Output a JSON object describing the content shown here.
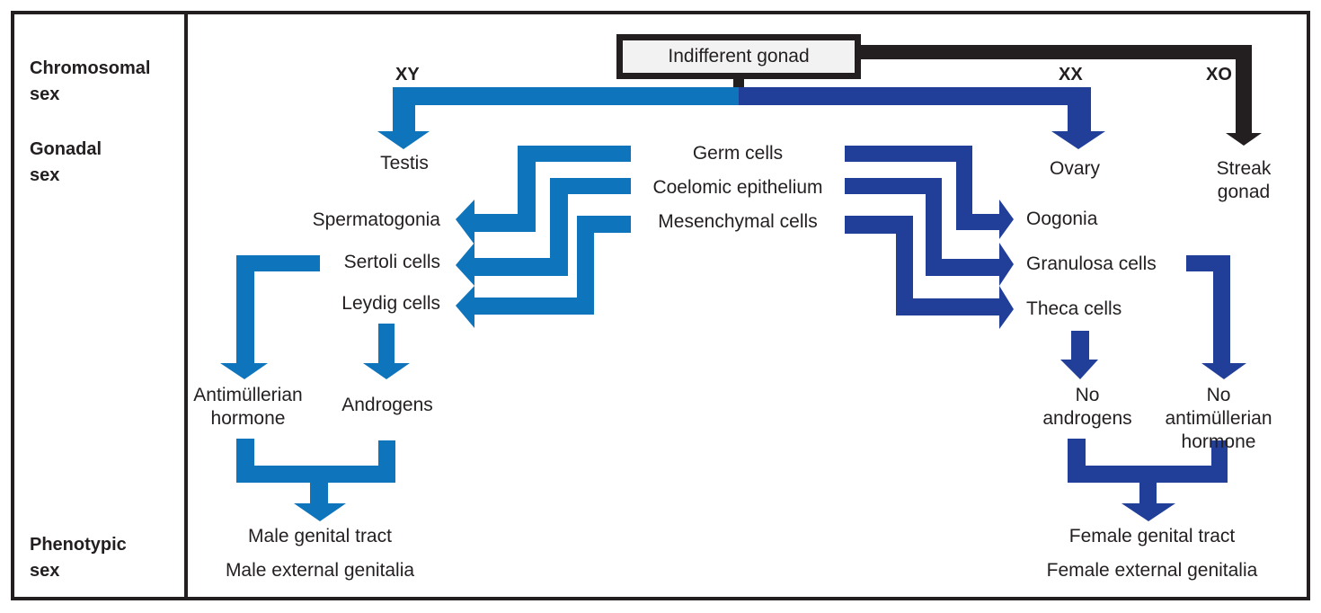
{
  "colors": {
    "male": "#0e74bc",
    "female": "#213f99",
    "xo": "#231f20",
    "text": "#231f20"
  },
  "side_labels": {
    "chromosomal": "Chromosomal\nsex",
    "gonadal": "Gonadal\nsex",
    "phenotypic": "Phenotypic\nsex"
  },
  "top": {
    "indifferent": "Indifferent gonad",
    "xy": "XY",
    "xx": "XX",
    "xo": "XO"
  },
  "gonads": {
    "testis": "Testis",
    "ovary": "Ovary",
    "streak": "Streak\ngonad"
  },
  "precursors": [
    "Germ cells",
    "Coelomic epithelium",
    "Mesenchymal cells"
  ],
  "male": {
    "cells": [
      "Spermatogonia",
      "Sertoli cells",
      "Leydig cells"
    ],
    "hormones": [
      "Antimüllerian\nhormone",
      "Androgens"
    ],
    "phenotype": [
      "Male genital tract",
      "Male external genitalia"
    ]
  },
  "female": {
    "cells": [
      "Oogonia",
      "Granulosa cells",
      "Theca cells"
    ],
    "hormones": [
      "No\nandrogens",
      "No antimüllerian\nhormone"
    ],
    "phenotype": [
      "Female genital tract",
      "Female external genitalia"
    ]
  }
}
